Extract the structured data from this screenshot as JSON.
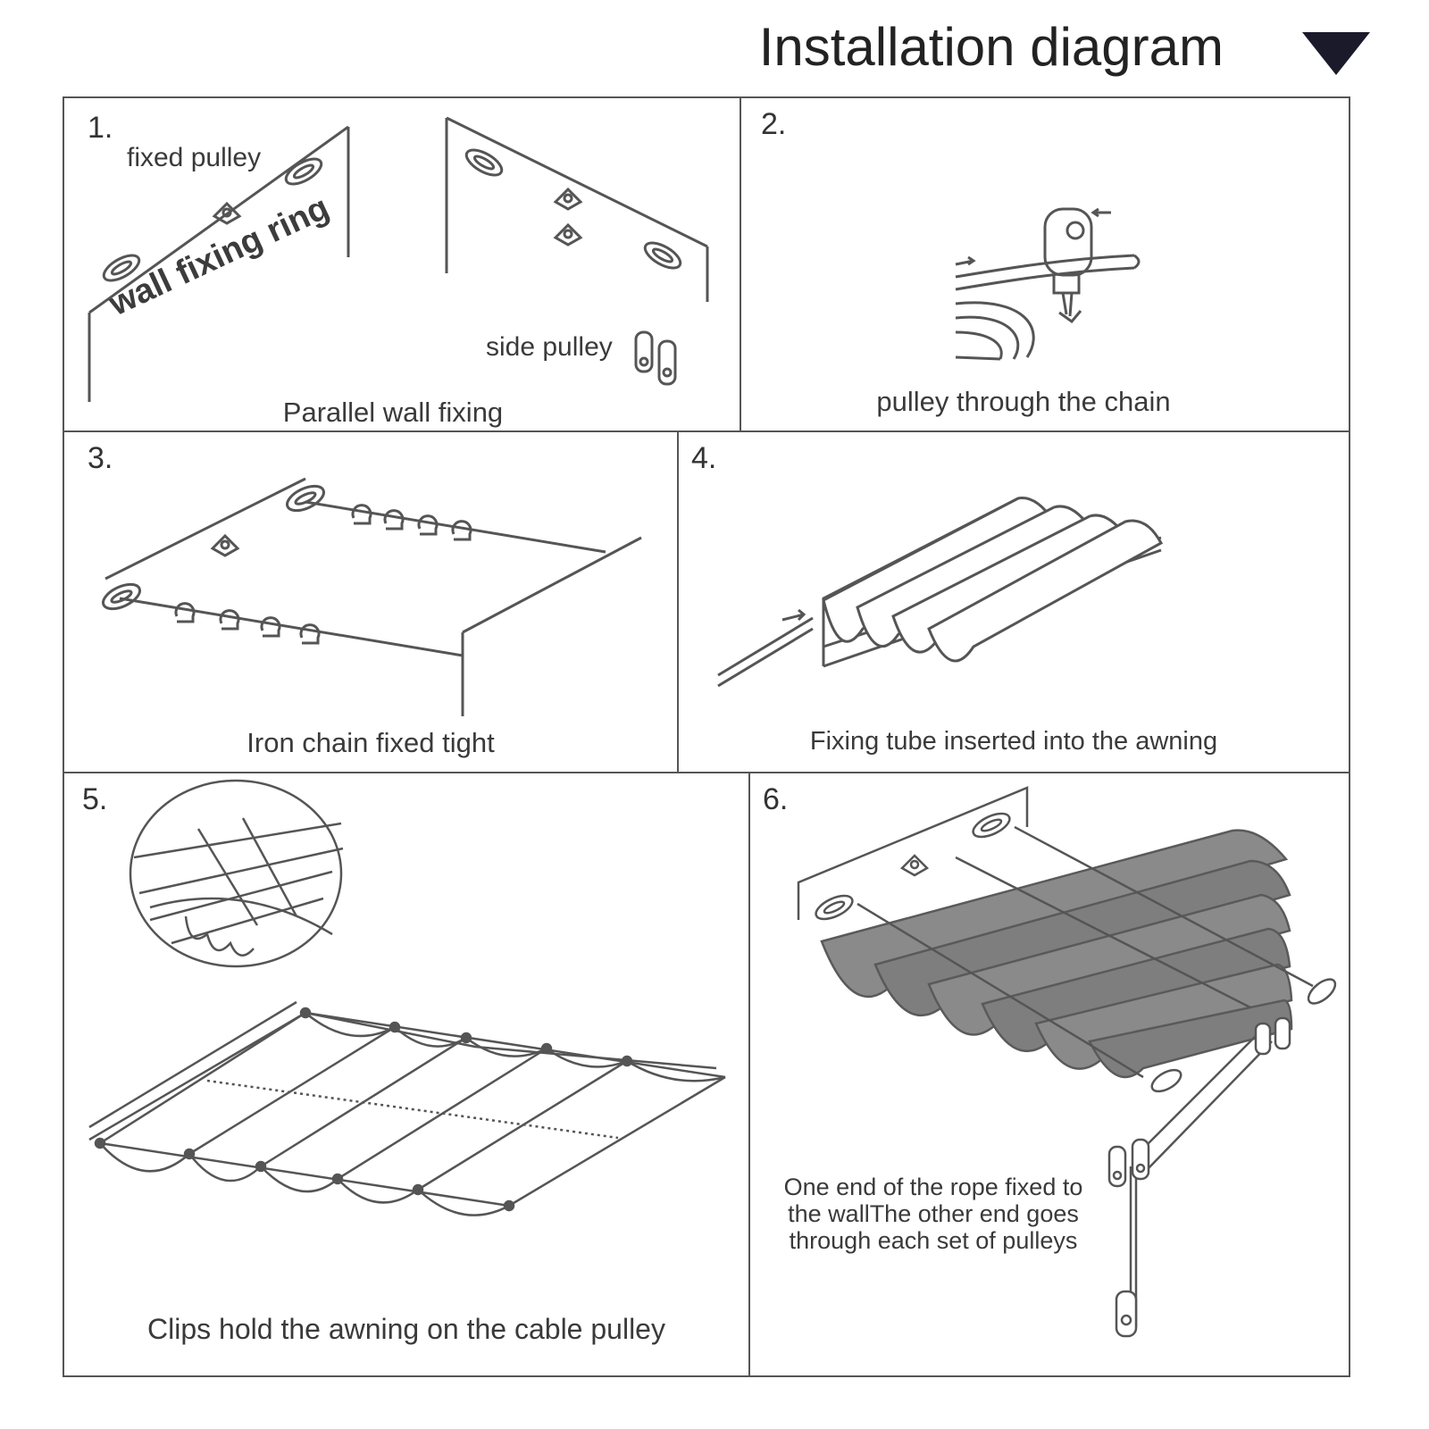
{
  "header": {
    "title": "Installation diagram",
    "marker_icon": "down-triangle-icon"
  },
  "steps": [
    {
      "number": "1.",
      "caption": "Parallel wall fixing",
      "labels": {
        "fixed_pulley": "fixed pulley",
        "wall_fixing_ring": "wall fixing ring",
        "side_pulley": "side pulley"
      }
    },
    {
      "number": "2.",
      "caption": "pulley through the chain"
    },
    {
      "number": "3.",
      "caption": "Iron chain fixed tight"
    },
    {
      "number": "4.",
      "caption": "Fixing tube inserted into the awning"
    },
    {
      "number": "5.",
      "caption": "Clips hold the awning on the cable pulley"
    },
    {
      "number": "6.",
      "caption": "",
      "note_lines": [
        "One end of the rope fixed to",
        "the wallThe other end goes",
        "through each set of pulleys"
      ]
    }
  ],
  "colors": {
    "line": "#555555",
    "fabric": "#8a8a8a",
    "fabric_dark": "#6e6e6e",
    "marker": "#1a1a2a"
  }
}
